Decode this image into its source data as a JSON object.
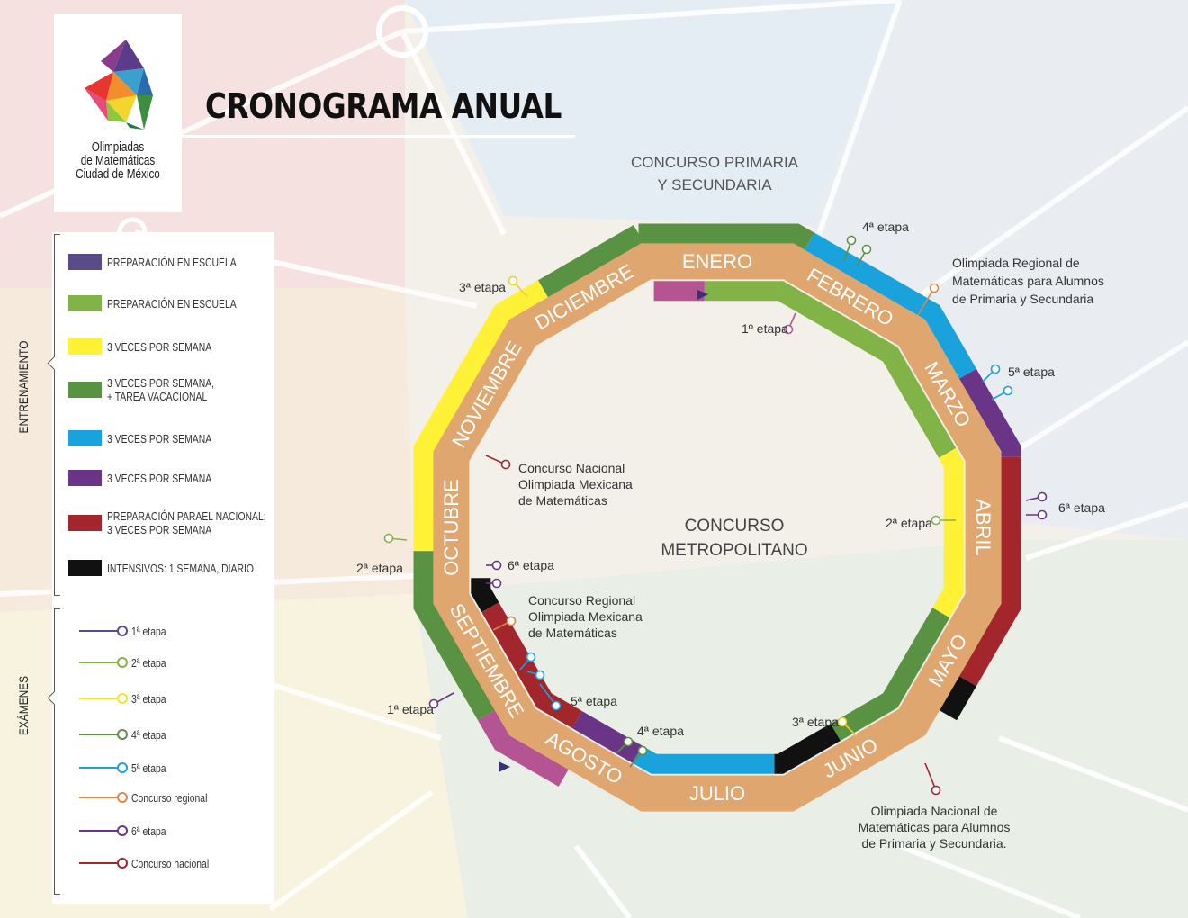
{
  "logo": {
    "line1": "Olimpiadas",
    "line2": "de Matemáticas",
    "line3": "Ciudad de México"
  },
  "title": "CRONOGRAMA ANUAL",
  "top_label": {
    "line1": "CONCURSO PRIMARIA",
    "line2": "Y SECUNDARIA"
  },
  "center_label": {
    "line1": "CONCURSO",
    "line2": "METROPOLITANO"
  },
  "months": [
    "ENERO",
    "FEBRERO",
    "MARZO",
    "ABRIL",
    "MAYO",
    "JUNIO",
    "JULIO",
    "AGOSTO",
    "SEPTIEMBRE",
    "OCTUBRE",
    "NOVIEMBRE",
    "DICIEMBRE"
  ],
  "colors": {
    "ring": "#dfa76f",
    "prep_purple": "#5a4a8a",
    "prep_green": "#82b346",
    "yellow": "#fff135",
    "dark_green": "#5a9243",
    "blue": "#1aa2dc",
    "purple": "#6a3586",
    "red": "#a3262d",
    "black": "#111111",
    "pink": "#b45492",
    "orange": "#d9894a"
  },
  "legend": {
    "training_title": "ENTRENAMIENTO",
    "exams_title": "EXÁMENES",
    "training": [
      {
        "label": "PREPARACIÓN EN ESCUELA",
        "color": "#5a4a8a"
      },
      {
        "label": "PREPARACIÓN EN ESCUELA",
        "color": "#82b346"
      },
      {
        "label": "3 VECES POR SEMANA",
        "color": "#fff135"
      },
      {
        "label": "3 VECES POR SEMANA,\n+ TAREA VACACIONAL",
        "color": "#5a9243"
      },
      {
        "label": "3 VECES POR SEMANA",
        "color": "#1aa2dc"
      },
      {
        "label": "3 VECES POR SEMANA",
        "color": "#6a3586"
      },
      {
        "label": "PREPARACIÓN PARAEL NACIONAL:\n3 VECES POR SEMANA",
        "color": "#a3262d"
      },
      {
        "label": "INTENSIVOS: 1 SEMANA, DIARIO",
        "color": "#111111"
      }
    ],
    "exams": [
      {
        "label": "1ª etapa",
        "color": "#5a4a8a"
      },
      {
        "label": "2ª etapa",
        "color": "#82b346"
      },
      {
        "label": "3ª etapa",
        "color": "#f2e52e"
      },
      {
        "label": "4ª etapa",
        "color": "#5a9243"
      },
      {
        "label": "5ª etapa",
        "color": "#1aa2dc"
      },
      {
        "label": "Concurso regional",
        "color": "#d9894a"
      },
      {
        "label": "6ª etapa",
        "color": "#6a3586"
      },
      {
        "label": "Concurso nacional",
        "color": "#a3262d"
      }
    ]
  },
  "annotations": {
    "outer_4a": "4ª etapa",
    "outer_regional": {
      "line1": "Olimpiada Regional de",
      "line2": "Matemáticas para Alumnos",
      "line3": "de Primaria y Secundaria"
    },
    "outer_5a": "5ª etapa",
    "outer_6a": "6ª etapa",
    "outer_nacional": {
      "line1": "Olimpiada Nacional de",
      "line2": "Matemáticas para Alumnos",
      "line3": "de Primaria y Secundaria."
    },
    "outer_3a": "3ª etapa",
    "outer_2a": "2ª etapa",
    "outer_1a": "1ª etapa",
    "inner_1a": "1º etapa",
    "inner_2a": "2ª etapa",
    "inner_3a": "3ª etapa",
    "inner_4a": "4ª etapa",
    "inner_5a": "5ª etapa",
    "inner_6a": "6ª etapa",
    "inner_regional": {
      "line1": "Concurso  Regional",
      "line2": "Olimpiada Mexicana",
      "line3": "de Matemáticas"
    },
    "inner_nacional": {
      "line1": "Concurso Nacional",
      "line2": "Olimpiada Mexicana",
      "line3": "de Matemáticas"
    }
  }
}
